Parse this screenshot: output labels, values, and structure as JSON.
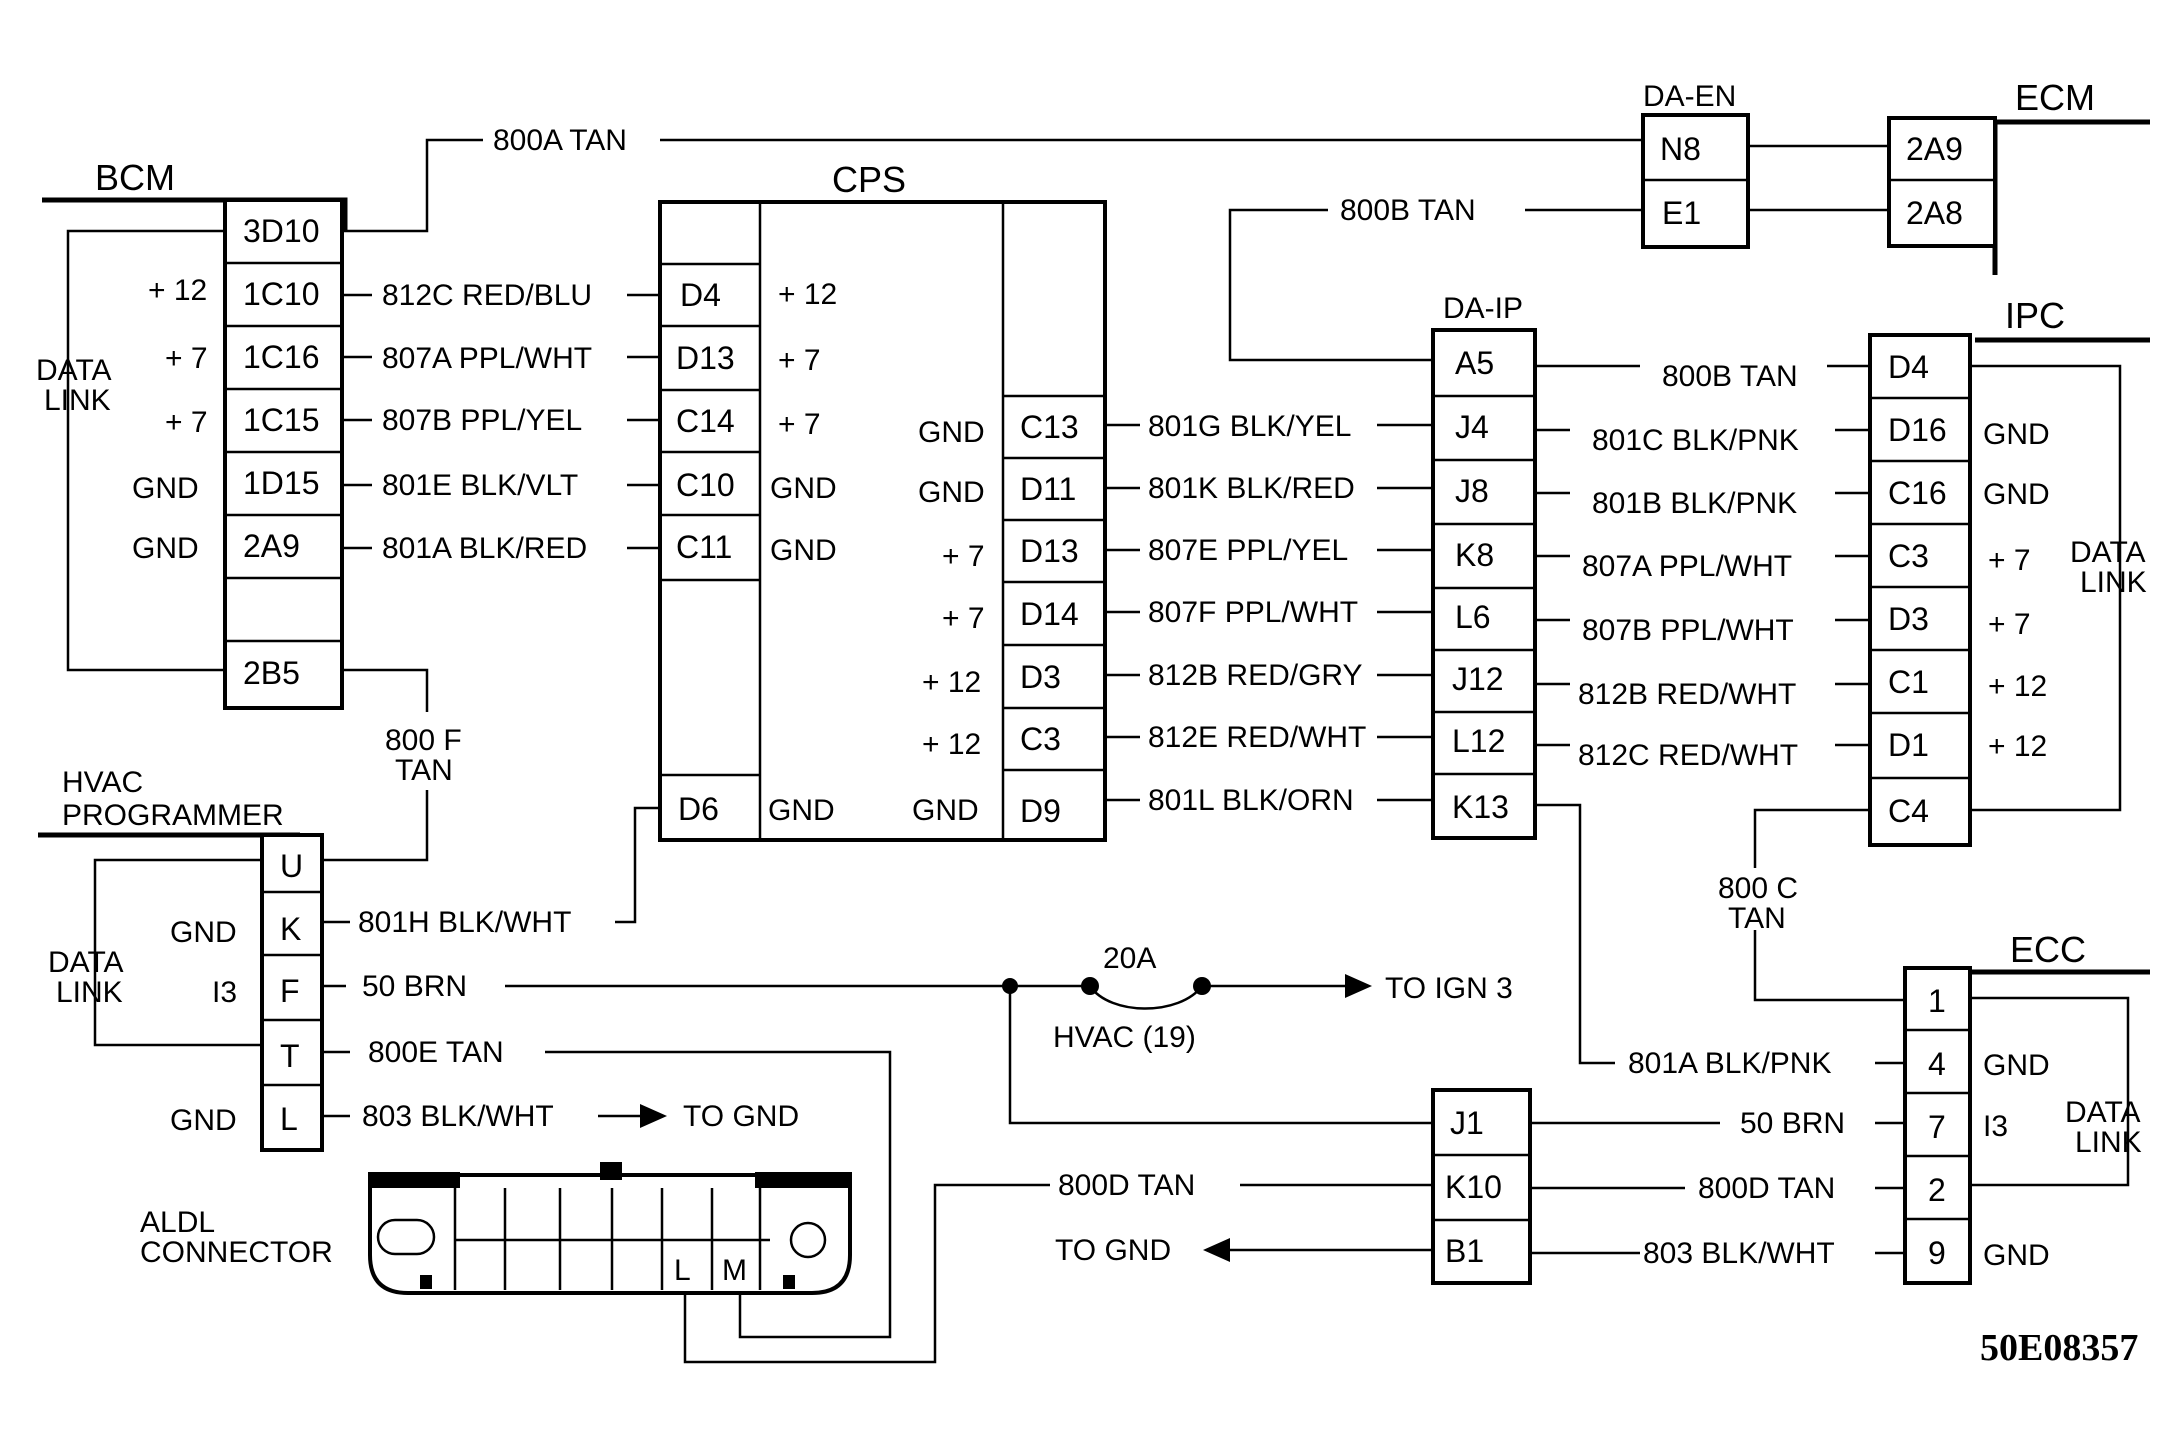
{
  "modules": {
    "bcm": "BCM",
    "cps": "CPS",
    "da_en": "DA-EN",
    "ecm": "ECM",
    "da_ip": "DA-IP",
    "ipc": "IPC",
    "hvac": "HVAC",
    "programmer": "PROGRAMMER",
    "ecc": "ECC",
    "aldl_1": "ALDL",
    "aldl_2": "CONNECTOR"
  },
  "bcm": {
    "pins": [
      "3D10",
      "1C10",
      "1C16",
      "1C15",
      "1D15",
      "2A9",
      "2B5"
    ],
    "labels": [
      "+ 12",
      "+ 7",
      "+ 7",
      "GND",
      "GND"
    ],
    "data_link_1": "DATA",
    "data_link_2": "LINK"
  },
  "cps": {
    "left_pins": [
      "D4",
      "D13",
      "C14",
      "C10",
      "C11",
      "D6"
    ],
    "left_labels": [
      "+ 12",
      "+ 7",
      "+ 7",
      "GND",
      "GND",
      "GND"
    ],
    "right_pins": [
      "C13",
      "D11",
      "D13",
      "D14",
      "D3",
      "C3",
      "D9"
    ],
    "right_labels": [
      "GND",
      "GND",
      "+ 7",
      "+ 7",
      "+ 12",
      "+ 12",
      "GND"
    ]
  },
  "da_en_pins": [
    "N8",
    "E1"
  ],
  "ecm_pins": [
    "2A9",
    "2A8"
  ],
  "da_ip_pins": [
    "A5",
    "J4",
    "J8",
    "K8",
    "L6",
    "J12",
    "L12",
    "K13"
  ],
  "ipc": {
    "pins": [
      "D4",
      "D16",
      "C16",
      "C3",
      "D3",
      "C1",
      "D1",
      "C4"
    ],
    "labels": [
      "GND",
      "GND",
      "+ 7",
      "+ 7",
      "+ 12",
      "+ 12"
    ],
    "data_link_1": "DATA",
    "data_link_2": "LINK"
  },
  "hvac_prog": {
    "pins": [
      "U",
      "K",
      "F",
      "T",
      "L"
    ],
    "labels": [
      "GND",
      "I3",
      "GND"
    ],
    "data_link_1": "DATA",
    "data_link_2": "LINK"
  },
  "ecc": {
    "pins": [
      "1",
      "4",
      "7",
      "2",
      "9"
    ],
    "labels": [
      "GND",
      "I3",
      "GND"
    ],
    "data_link_1": "DATA",
    "data_link_2": "LINK"
  },
  "splice_pins": [
    "J1",
    "K10",
    "B1"
  ],
  "aldl_pins": [
    "L",
    "M"
  ],
  "wires": {
    "w800a": "800A TAN",
    "w800b_top": "800B TAN",
    "w812c_rb": "812C RED/BLU",
    "w807a_pw": "807A PPL/WHT",
    "w807b_py": "807B PPL/YEL",
    "w801e": "801E BLK/VLT",
    "w801a_br": "801A BLK/RED",
    "w800f_1": "800 F",
    "w800f_2": "TAN",
    "w801g": "801G BLK/YEL",
    "w801k": "801K BLK/RED",
    "w807e": "807E PPL/YEL",
    "w807f": "807F PPL/WHT",
    "w812b_rg": "812B RED/GRY",
    "w812e": "812E RED/WHT",
    "w801l": "801L BLK/ORN",
    "w800b_ipc": "800B TAN",
    "w801c": "801C BLK/PNK",
    "w801b": "801B BLK/PNK",
    "w807a_ipc": "807A PPL/WHT",
    "w807b_ipc": "807B PPL/WHT",
    "w812b_rw": "812B RED/WHT",
    "w812c_rw": "812C RED/WHT",
    "w800c_1": "800 C",
    "w800c_2": "TAN",
    "w801h": "801H BLK/WHT",
    "w50brn": "50 BRN",
    "w800e": "800E TAN",
    "w803_hvac": "803 BLK/WHT",
    "to_gnd_1": "TO GND",
    "w800d_left": "800D TAN",
    "to_gnd_2": "TO GND",
    "w801a_bp": "801A BLK/PNK",
    "w50brn_ecc": "50 BRN",
    "w800d_ecc": "800D TAN",
    "w803_ecc": "803 BLK/WHT",
    "fuse_amp": "20A",
    "fuse_name": "HVAC (19)",
    "to_ign3": "TO IGN 3"
  },
  "diagram_id": "50E08357"
}
